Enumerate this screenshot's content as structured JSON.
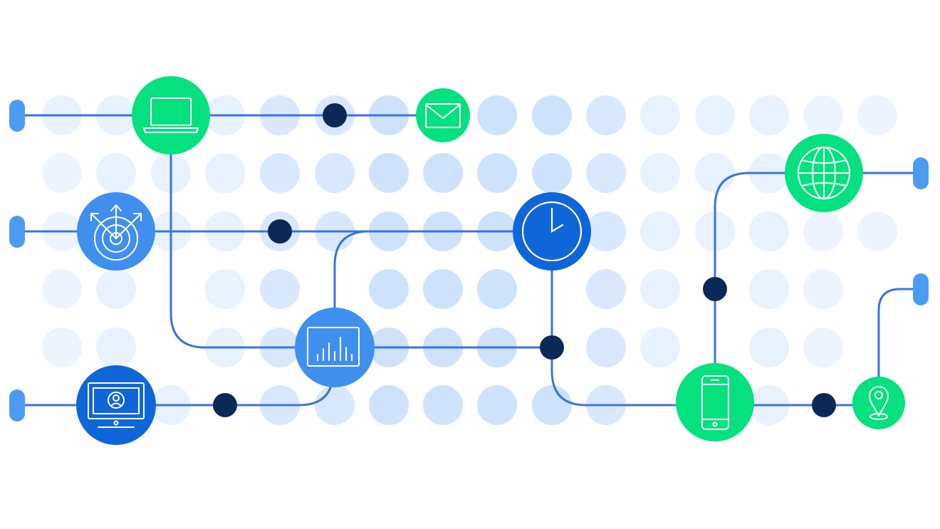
{
  "colors": {
    "background": "#ffffff",
    "dot_light": "#e8f1fe",
    "dot_mid": "#cfe2fc",
    "line": "#3a74dc",
    "junction": "#0b2957",
    "terminal": "#4b9bf3",
    "node_green": "#04e17e",
    "node_blue": "#3f90ee",
    "node_dark_blue": "#0f66d8",
    "icon_stroke": "#ffffff"
  },
  "nodes": [
    {
      "id": "laptop",
      "icon": "laptop-icon",
      "style": "green"
    },
    {
      "id": "email",
      "icon": "envelope-icon",
      "style": "green"
    },
    {
      "id": "target",
      "icon": "target-icon",
      "style": "blue"
    },
    {
      "id": "clock",
      "icon": "clock-icon",
      "style": "dark_blue"
    },
    {
      "id": "globe",
      "icon": "globe-icon",
      "style": "green"
    },
    {
      "id": "analytics",
      "icon": "bar-chart-icon",
      "style": "blue"
    },
    {
      "id": "monitor",
      "icon": "user-monitor-icon",
      "style": "dark_blue"
    },
    {
      "id": "phone",
      "icon": "smartphone-icon",
      "style": "green"
    },
    {
      "id": "location",
      "icon": "map-pin-icon",
      "style": "green"
    }
  ]
}
